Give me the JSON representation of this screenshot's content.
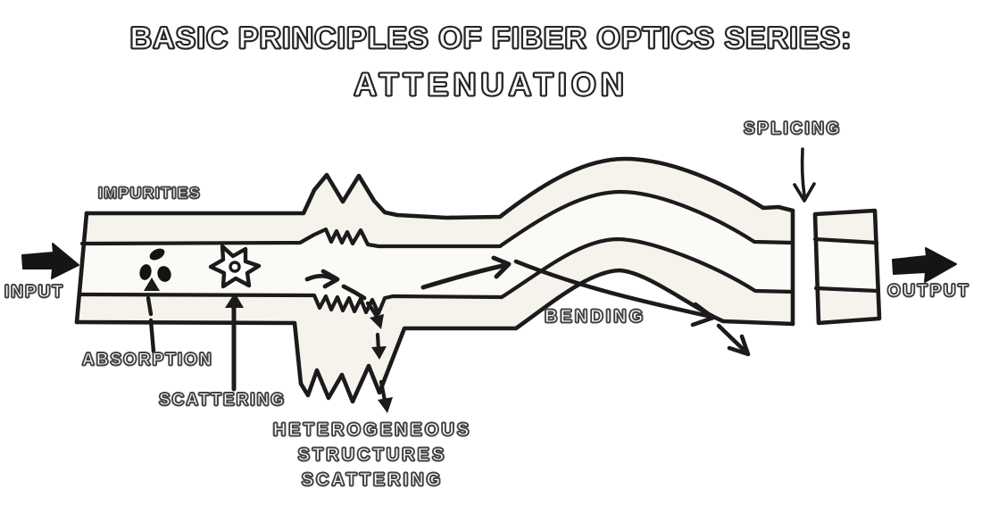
{
  "title": {
    "line1": "BASIC PRINCIPLES OF FIBER OPTICS SERIES:",
    "line2": "ATTENUATION"
  },
  "fiber": {
    "input_label": "INPUT",
    "output_label": "OUTPUT"
  },
  "loss_mechanisms": {
    "impurities": "IMPURITIES",
    "absorption": "ABSORPTION",
    "scattering": "SCATTERING",
    "heterogeneous": {
      "line1": "HETEROGENEOUS",
      "line2": "STRUCTURES",
      "line3": "SCATTERING"
    },
    "bending": "BENDING",
    "splicing": "SPLICING"
  },
  "colors": {
    "ink": "#1b1b1b",
    "label_outline": "#474747",
    "fiber_fill": "#f6f3ec",
    "core_fill": "#fcfaf6",
    "background": "#ffffff"
  }
}
